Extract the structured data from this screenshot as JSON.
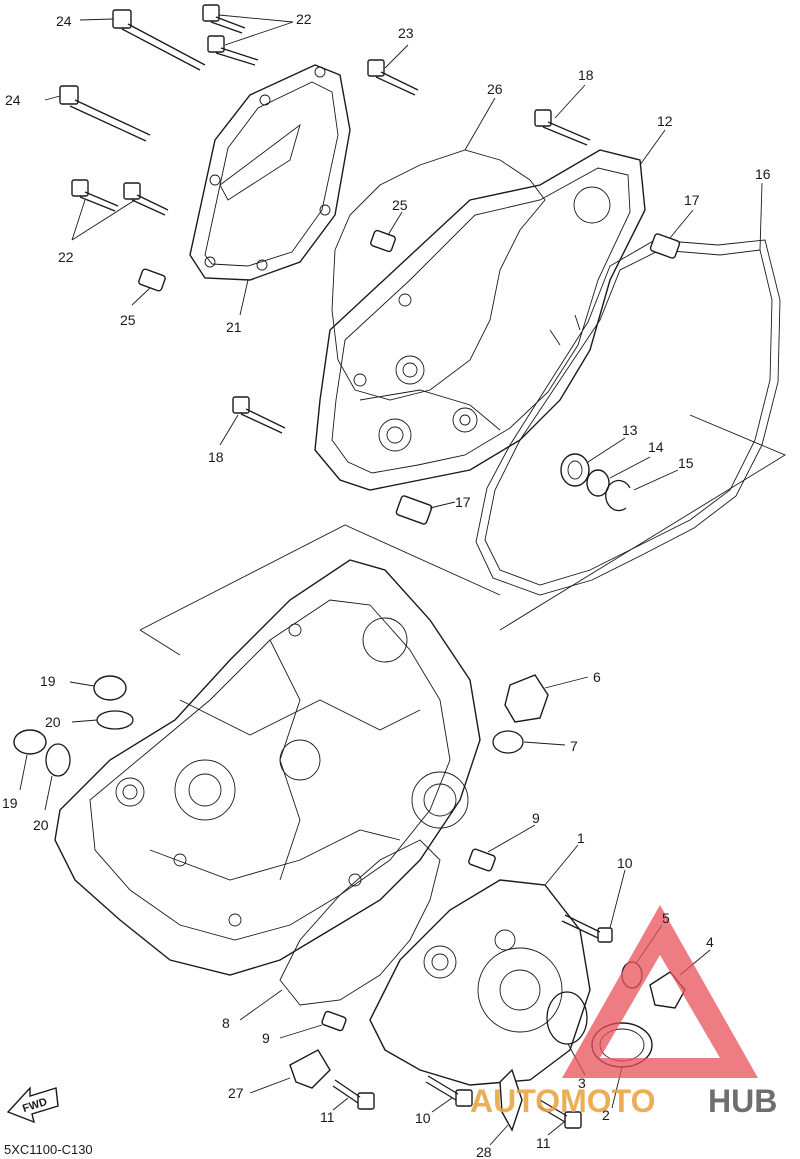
{
  "diagram_code": "5XC1100-C130",
  "fwd_label": "FWD",
  "watermark": {
    "part1": "AUTOMOTO",
    "part2": "HUB",
    "color": "#e8525a"
  },
  "callouts": {
    "n1": "1",
    "n2": "2",
    "n3": "3",
    "n4": "4",
    "n5": "5",
    "n6": "6",
    "n7": "7",
    "n8": "8",
    "n9a": "9",
    "n9b": "9",
    "n10a": "10",
    "n10b": "10",
    "n11a": "11",
    "n11b": "11",
    "n12": "12",
    "n13": "13",
    "n14": "14",
    "n15": "15",
    "n16": "16",
    "n17a": "17",
    "n17b": "17",
    "n18a": "18",
    "n18b": "18",
    "n19a": "19",
    "n19b": "19",
    "n20a": "20",
    "n20b": "20",
    "n21": "21",
    "n22a": "22",
    "n22b": "22",
    "n23": "23",
    "n24a": "24",
    "n24b": "24",
    "n25a": "25",
    "n25b": "25",
    "n26": "26",
    "n27": "27",
    "n28": "28"
  }
}
